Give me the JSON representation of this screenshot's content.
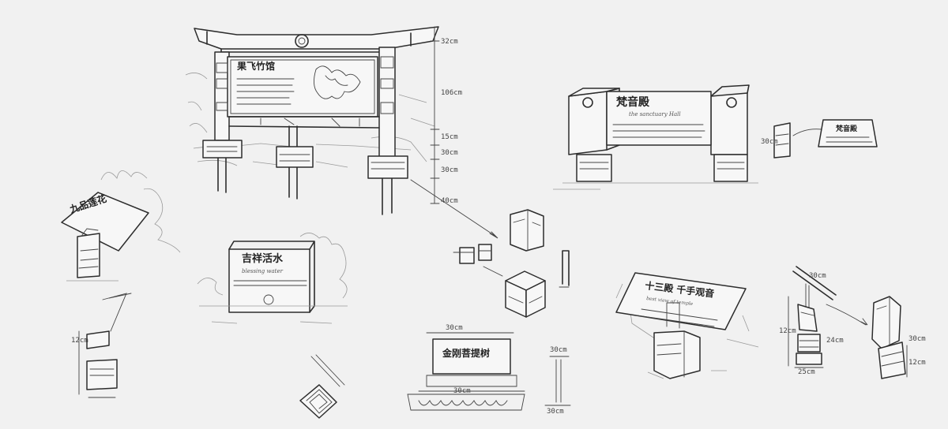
{
  "sketches": {
    "main_board": {
      "title": "果飞竹馆",
      "dims": [
        "32cm",
        "106cm",
        "15cm",
        "30cm",
        "30cm",
        "40cm"
      ]
    },
    "temple_sign": {
      "title": "梵音殿",
      "subtitle": "the sanctuary Hall",
      "dim_side": "30cm",
      "small_plaque": "梵音殿"
    },
    "lotus_sign": {
      "title": "九品莲花"
    },
    "water_stone": {
      "title": "吉祥活水",
      "subtitle": "blessing water"
    },
    "pillar_block": {
      "dim": "12cm"
    },
    "bench_sign": {
      "title": "金刚菩提树",
      "dim_top": "30cm",
      "dim_bottom": "30cm",
      "post_dim_top": "30cm",
      "post_dim_bottom": "30cm"
    },
    "slanted_sign": {
      "title": "十三殿  千手观音",
      "subtitle": "best view of temple"
    },
    "small_lectern": {
      "dims": [
        "30cm",
        "12cm",
        "24cm",
        "25cm"
      ]
    },
    "tilted_post": {
      "dims": [
        "30cm",
        "12cm"
      ]
    },
    "far_right": {
      "dims": [
        "30cm",
        "25cm"
      ]
    }
  }
}
